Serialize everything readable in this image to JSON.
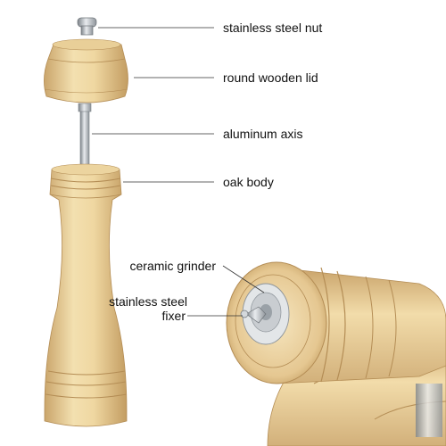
{
  "labels": {
    "nut": "stainless steel nut",
    "lid": "round wooden lid",
    "axis": "aluminum axis",
    "body": "oak body",
    "grinder": "ceramic grinder",
    "fixer_line1": "stainless steel",
    "fixer_line2": "fixer"
  },
  "colors": {
    "background": "#ffffff",
    "wood_light": "#f1dcaa",
    "wood_mid": "#e2c48a",
    "wood_dark": "#c9a56a",
    "steel": "#b7bcc2",
    "leader_line": "#333333"
  },
  "icons": [
    "pepper-mill-exploded-icon",
    "pepper-mill-closeup-icon"
  ]
}
